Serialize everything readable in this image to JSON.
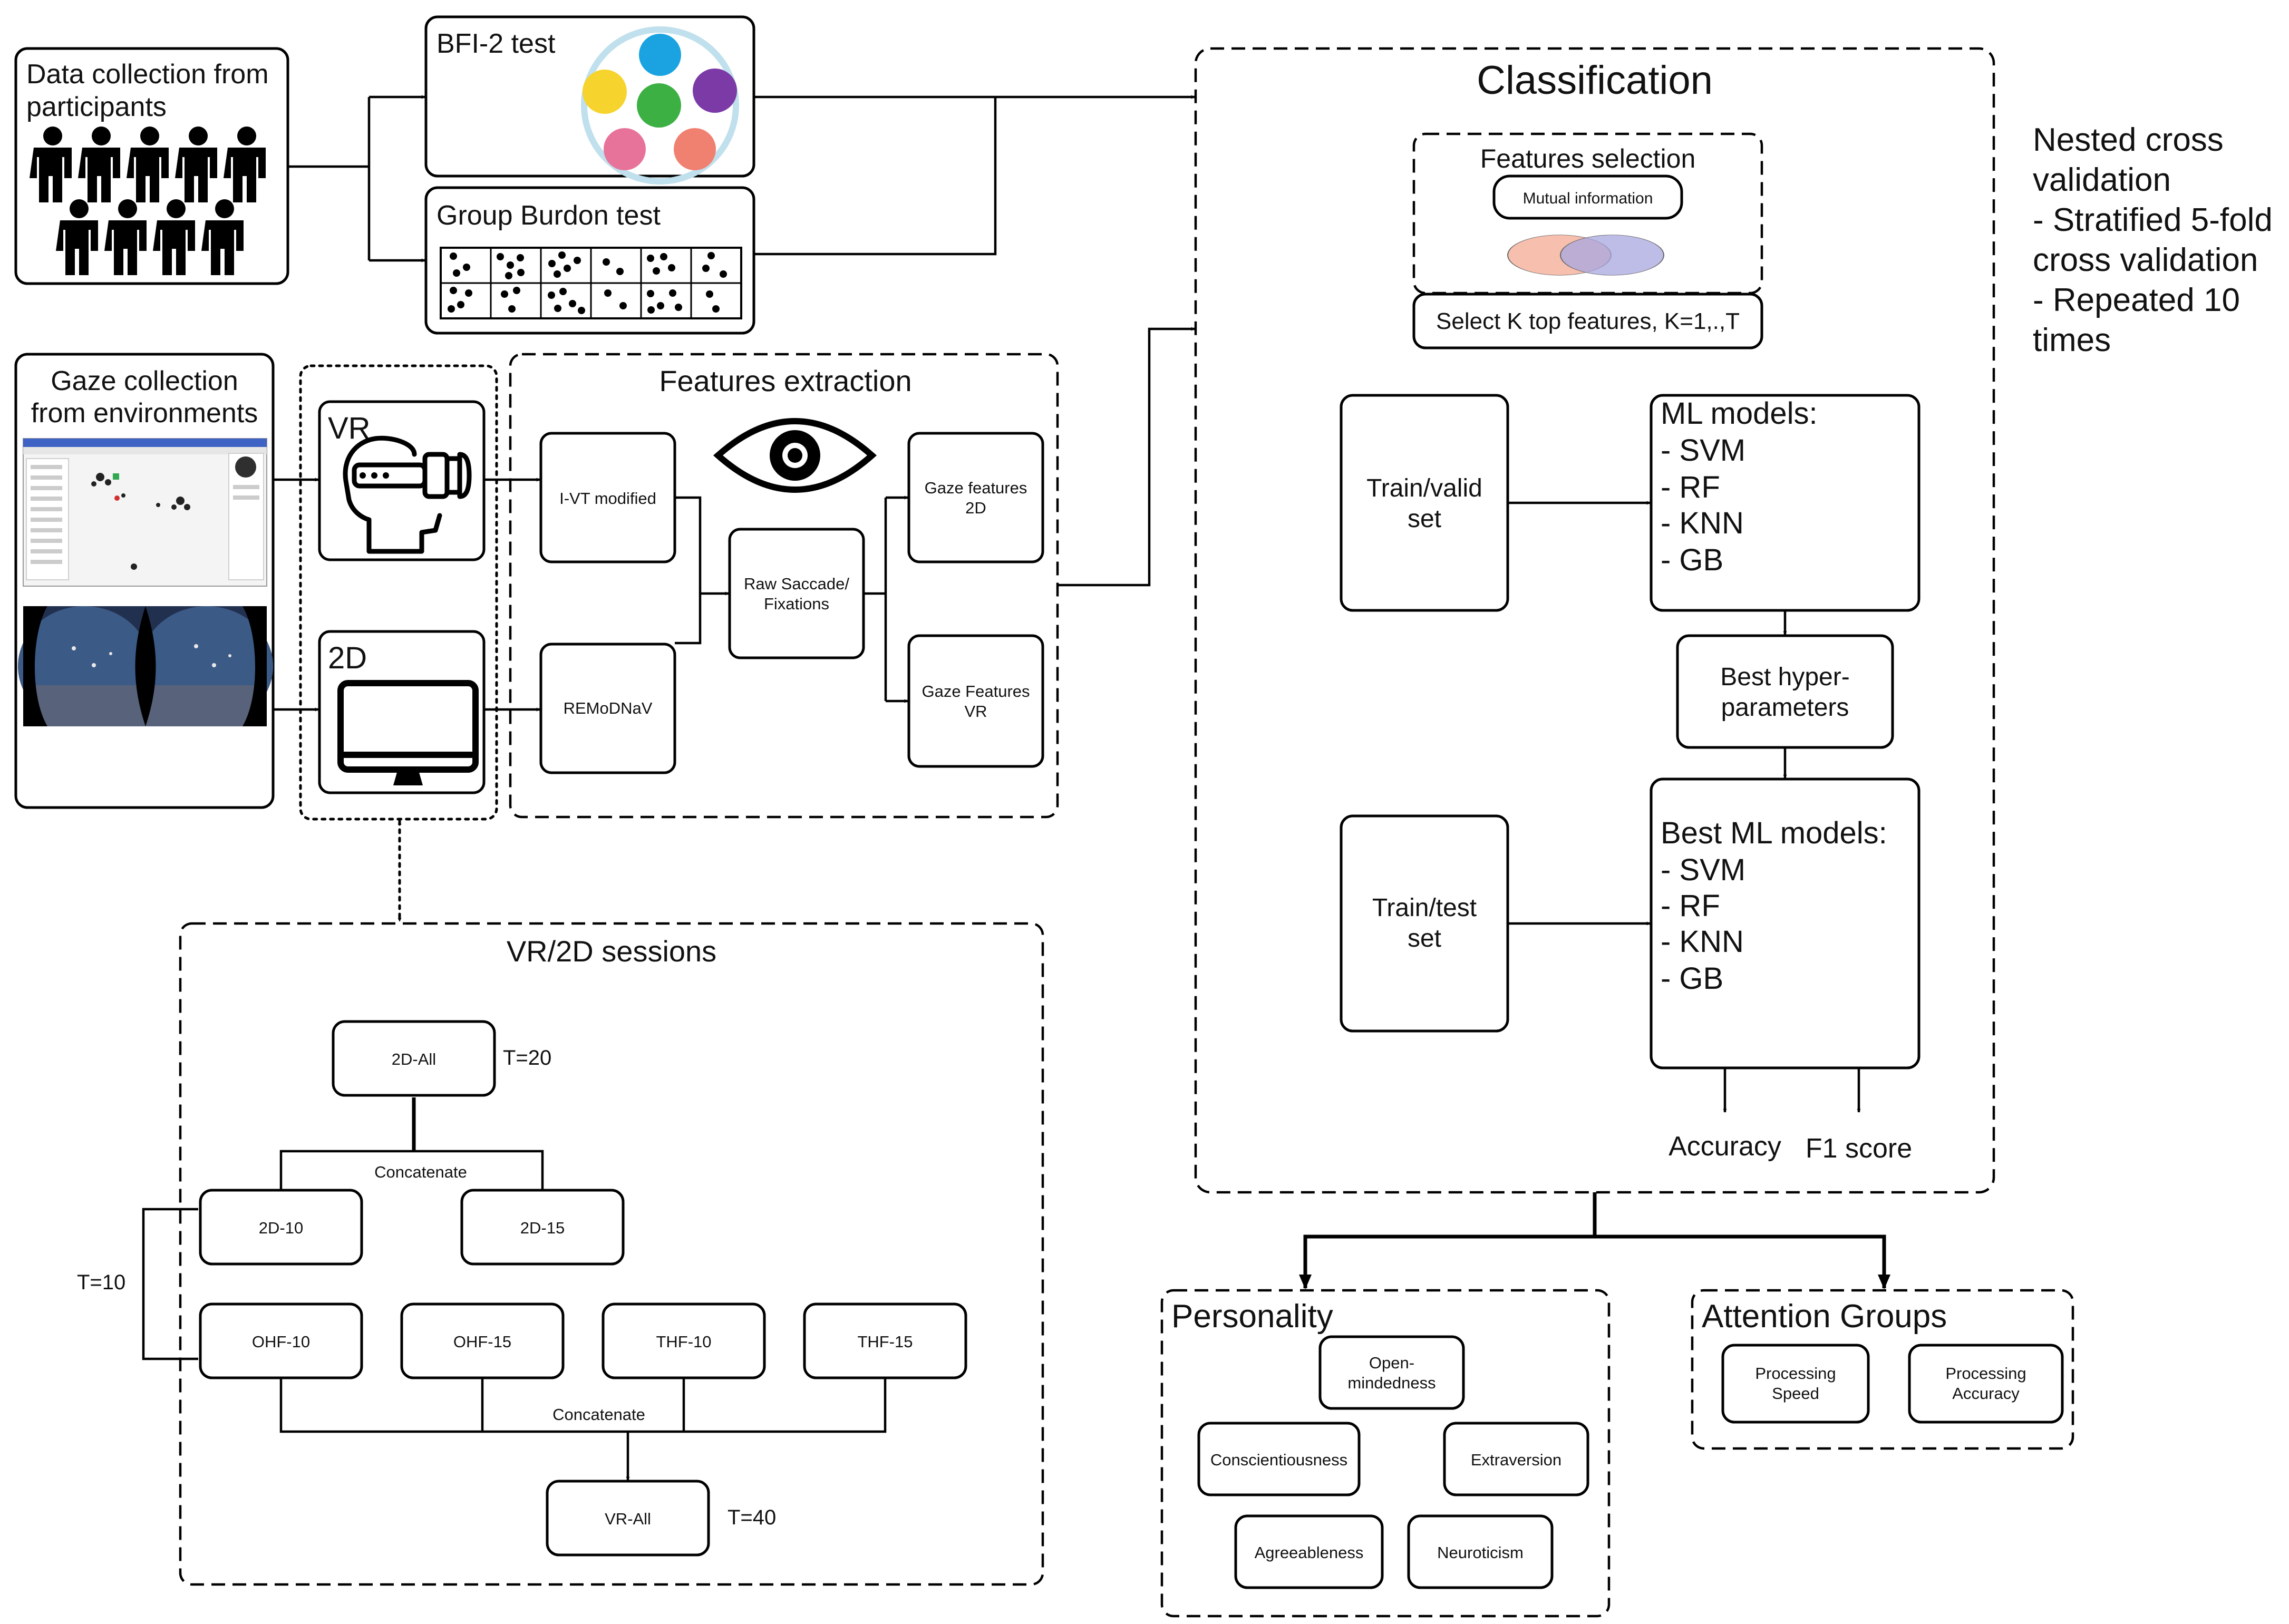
{
  "sources": {
    "participants": [
      "Data collection from",
      "participants"
    ],
    "bfi_test": "BFI-2 test",
    "group_burdon_test": "Group Burdon test",
    "gaze_collection": [
      "Gaze collection",
      "from environments"
    ]
  },
  "devices": {
    "vr": "VR",
    "two_d": "2D"
  },
  "features_extraction": {
    "title": "Features extraction",
    "ivt": "I-VT modified",
    "remodnav": "REMoDNaV",
    "raw": [
      "Raw Saccade/",
      "Fixations"
    ],
    "gaze_2d": [
      "Gaze features",
      "2D"
    ],
    "gaze_vr": [
      "Gaze Features",
      "VR"
    ]
  },
  "sessions": {
    "title": "VR/2D sessions",
    "all_2d": "2D-All",
    "t20": "T=20",
    "concat_top": "Concatenate",
    "d10": "2D-10",
    "d15": "2D-15",
    "t10": "T=10",
    "ohf10": "OHF-10",
    "ohf15": "OHF-15",
    "thf10": "THF-10",
    "thf15": "THF-15",
    "concat_bottom": "Concatenate",
    "vr_all": "VR-All",
    "t40": "T=40"
  },
  "classification": {
    "title": "Classification",
    "features_selection": "Features selection",
    "mutual_information": "Mutual information",
    "select_k": "Select K top features, K=1,.,T",
    "train_valid": [
      "Train/valid",
      "set"
    ],
    "ml_models": [
      "ML models:",
      "- SVM",
      "- RF",
      "- KNN",
      "- GB"
    ],
    "best_hyper": [
      "Best hyper-",
      "parameters"
    ],
    "train_test": [
      "Train/test",
      "set"
    ],
    "best_ml_models": [
      "Best ML models:",
      "- SVM",
      "- RF",
      "- KNN",
      "- GB"
    ],
    "accuracy": "Accuracy",
    "f1": "F1 score"
  },
  "nested_note": [
    "Nested cross",
    "validation",
    "- Stratified 5-fold",
    "cross validation",
    "- Repeated 10",
    "times"
  ],
  "personality": {
    "title": "Personality",
    "open": [
      "Open-",
      "mindedness"
    ],
    "conscientiousness": "Conscientiousness",
    "extraversion": "Extraversion",
    "agreeableness": "Agreeableness",
    "neuroticism": "Neuroticism"
  },
  "attention": {
    "title": "Attention Groups",
    "speed": [
      "Processing",
      "Speed"
    ],
    "accuracy": [
      "Processing",
      "Accuracy"
    ]
  },
  "colors": {
    "bfi_blue": "#1aa3e0",
    "bfi_purple": "#7c3aa6",
    "bfi_green": "#3cb043",
    "bfi_yellow": "#f6d32d",
    "bfi_pink": "#e8739a",
    "bfi_salmon": "#f08070",
    "bfi_ring": "#bfe0ec",
    "venn_left": "#f6b8a4",
    "venn_right": "#a7a7e0",
    "vr_scene": "#22304f"
  }
}
